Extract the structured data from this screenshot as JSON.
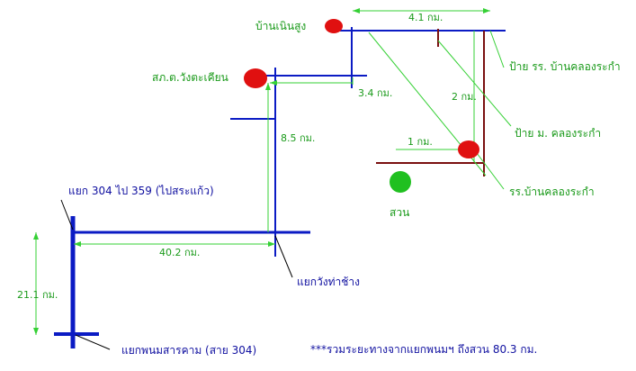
{
  "places": {
    "ban_noen_sung": "บ้านเนินสูง",
    "police_station": "สภ.ต.วังตะเคียน",
    "sign_school": "ป้าย รร. บ้านคลองระกำ",
    "sign_village": "ป้าย ม. คลองระกำ",
    "school": "รร.บ้านคลองระกำ",
    "garden": "สวน",
    "junction_304_359": "แยก 304 ไป 359 (ไปสระแก้ว)",
    "junction_wang_tha_chang": "แยกวังท่าช้าง",
    "junction_phanom": "แยกพนมสารคาม (สาย 304)"
  },
  "distances": {
    "d_4_1": "4.1 กม.",
    "d_3_4": "3.4 กม.",
    "d_2": "2 กม.",
    "d_8_5": "8.5 กม.",
    "d_1": "1 กม.",
    "d_40_2": "40.2 กม.",
    "d_21_1": "21.1 กม."
  },
  "summary": "***รวมระยะทางจากแยกพนมฯ ถึงสวน 80.3 กม.",
  "colors": {
    "road": "#0b1bc4",
    "local_road": "#7a1010",
    "dimension": "#35d035",
    "marker": "#e01010",
    "garden": "#20c020"
  }
}
